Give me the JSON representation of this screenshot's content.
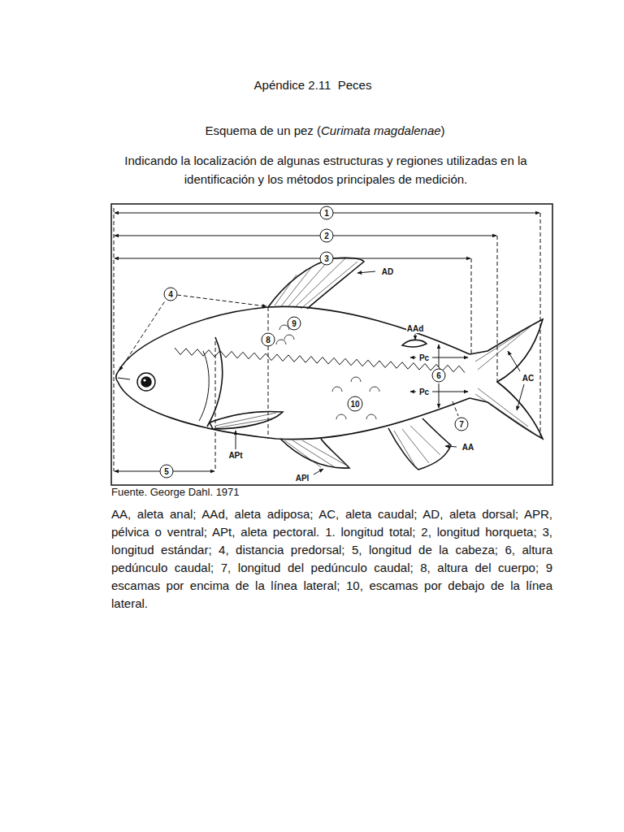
{
  "diagram": {
    "title": "Apéndice 2.11  Peces",
    "caption": "Fuente. George Dahl. 1971",
    "labels": [
      "Esquema de un pez (",
      "Curimata magdalenae",
      ")",
      "Indicando la localización de algunas estructuras y regiones utilizadas en la identificación y los métodos principales de medición.",
      "1",
      "2",
      "3",
      "4",
      "5",
      "6",
      "7",
      "8",
      "9",
      "10",
      "AD",
      "AAd",
      "AC",
      "AA",
      "APt",
      "APl",
      "Pc",
      "Pc",
      "AA, aleta anal; AAd, aleta adiposa; AC, aleta caudal; AD, aleta dorsal; APR, pélvica o ventral; APt, aleta pectoral. 1. longitud total; 2, longitud horqueta; 3, longitud estándar; 4, distancia predorsal; 5, longitud de la cabeza; 6, altura pedúnculo caudal; 7, longitud del pedúnculo caudal; 8, altura del cuerpo; 9 escamas por encima de la línea lateral; 10, escamas por debajo de la línea lateral."
    ]
  }
}
